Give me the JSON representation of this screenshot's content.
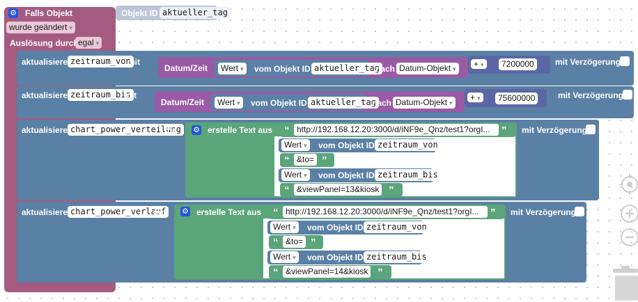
{
  "event": {
    "title": "Falls Objekt",
    "object_label": "Objekt ID",
    "object_id": "aktueller_tag",
    "trigger_dropdown": "wurde geändert",
    "ausloesung_label": "Auslösung durch",
    "ausloesung_value": "egal"
  },
  "blocks": [
    {
      "update_label": "aktualisiere",
      "var": "zeitraum_von",
      "mit_label": "mit",
      "datetime_label": "Datum/Zeit",
      "value_dd": "Wert",
      "from_label": "vom Objekt ID",
      "obj": "aktueller_tag",
      "nach_label": "nach",
      "format_dd": "Datum-Objekt",
      "op_dd": "+",
      "number": "7200000",
      "delay_label": "mit Verzögerung"
    },
    {
      "update_label": "aktualisiere",
      "var": "zeitraum_bis",
      "mit_label": "mit",
      "datetime_label": "Datum/Zeit",
      "value_dd": "Wert",
      "from_label": "vom Objekt ID",
      "obj": "aktueller_tag",
      "nach_label": "nach",
      "format_dd": "Datum-Objekt",
      "op_dd": "+",
      "number": "75600000",
      "delay_label": "mit Verzögerung"
    },
    {
      "update_label": "aktualisiere",
      "var": "chart_power_verteilung",
      "mit_label": "mit",
      "create_label": "erstelle Text aus",
      "url": "http://192.168.12.20:3000/d/iNF9e_Qnz/test1?orgI...",
      "value_dd": "Wert",
      "from_label": "vom Objekt ID",
      "from_obj": "zeitraum_von",
      "to_text": "&to=",
      "to_obj": "zeitraum_bis",
      "panel_text": "&viewPanel=13&kiosk",
      "delay_label": "mit Verzögerung"
    },
    {
      "update_label": "aktualisiere",
      "var": "chart_power_verlauf",
      "mit_label": "mit",
      "create_label": "erstelle Text aus",
      "url": "http://192.168.12.20:3000/d/iNF9e_Qnz/test1?orgI...",
      "value_dd": "Wert",
      "from_label": "vom Objekt ID",
      "from_obj": "zeitraum_von",
      "to_text": "&to=",
      "to_obj": "zeitraum_bis",
      "panel_text": "&viewPanel=14&kiosk",
      "delay_label": "mit Verzögerung"
    }
  ],
  "quote_open": "“",
  "quote_close": "”",
  "dropdown_arrow": "▾",
  "icons": {
    "gear": "gear-icon",
    "center": "center-view-icon",
    "zoom_in": "zoom-in-icon",
    "zoom_out": "zoom-out-icon",
    "trash": "trash-icon"
  },
  "colors": {
    "event": "#a55b80",
    "action": "#5b80a5",
    "datetime": "#995ba5",
    "text": "#5ba57a",
    "operator": "#5b67a5"
  }
}
